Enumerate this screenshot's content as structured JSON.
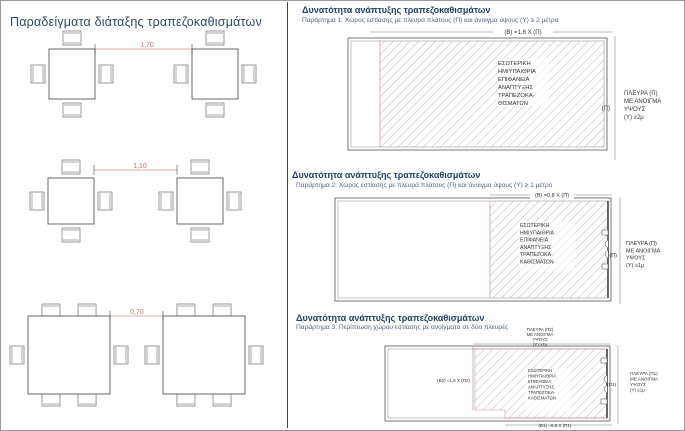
{
  "left": {
    "title": "Παραδείγματα διάταξης τραπεζοκαθισμάτων",
    "distances": [
      "1,70",
      "1,10",
      "0,70"
    ]
  },
  "sections": [
    {
      "heading": "Δυνατότητα ανάπτυξης τραπεζοκαθισμάτων",
      "subtitle": "Παράρτημα 1: Χώρος εστίασης με πλευρά πλάτους (Π) και άνοιγμα ύψους (Υ) ≥ 2 μέτρα",
      "width_label": "(Β) =1,6 Χ (Π)",
      "side_label": "(Π)",
      "area_label": [
        "ΕΣΩΤΕΡΙΚΗ",
        "ΗΜΙΥΠΑΙΘΡΙΑ",
        "ΕΠΙΦΑΝΕΙΑ",
        "ΑΝΑΠΤΥΞΗΣ",
        "ΤΡΑΠΕΖΟΚΑ-",
        "ΘΙΣΜΑΤΩΝ"
      ],
      "opening_label": [
        "ΠΛΕΥΡΑ (Π)",
        "ΜΕ ΑΝΟΙΓΜΑ",
        "ΥΨΟΥΣ",
        "(Υ) ≥2μ"
      ]
    },
    {
      "heading": "Δυνατότητα ανάπτυξης τραπεζοκαθισμάτων",
      "subtitle": "Παράρτημα 2: Χώρος εστίασης με πλευρά πλάτους (Π) και άνοιγμα ύψους (Υ) ≥ 1 μέτρο",
      "width_label": "(Β) =0,8 Χ (Π)",
      "side_label": "(Π)",
      "area_label": [
        "ΕΣΩΤΕΡΙΚΗ",
        "ΗΜΙΥΠΑΙΘΡΙΑ",
        "ΕΠΙΦΑΝΕΙΑ",
        "ΑΝΑΠΤΥΞΗΣ",
        "ΤΡΑΠΕΖΟΚΑ-",
        "ΚΑΘΙΣΜΑΤΩΝ"
      ],
      "opening_label": [
        "ΠΛΕΥΡΑ (Π)",
        "ΜΕ ΑΝΟΙΓΜΑ",
        "ΥΨΟΥΣ",
        "(Υ) ≥1μ"
      ]
    },
    {
      "heading": "Δυνατότητα ανάπτυξης τραπεζοκαθισμάτων",
      "subtitle": "Παράρτημα 3: Περίπτωση χώρου εστίασης με ανοίγματα σε δύο πλευρές",
      "width_label": "(Β1) =0,8 Χ (Π1)",
      "depth_label": "(Β2) =1,6 Χ (Π2)",
      "side_label": "(Π1)",
      "top_label": [
        "ΠΛΕΥΡΑ (Π2)",
        "ΜΕ ΑΝΟΙΓΜΑ",
        "ΥΨΟΥΣ",
        "(Υ) ≥2μ"
      ],
      "area_label": [
        "ΕΣΩΤΕΡΙΚΗ",
        "ΗΜΙΥΠΑΙΘΡΙΑ",
        "ΕΠΙΦΑΝΕΙΑ",
        "ΑΝΑΠΤΥΞΗΣ",
        "ΤΡΑΠΕΖΟΚΑ-",
        "ΚΑΘΙΣΜΑΤΩΝ"
      ],
      "opening_label": [
        "ΠΛΕΥΡΑ (Π1)",
        "ΜΕ ΑΝΟΙΓΜΑ",
        "ΥΨΟΥΣ",
        "(Υ) ≥1μ"
      ]
    }
  ]
}
